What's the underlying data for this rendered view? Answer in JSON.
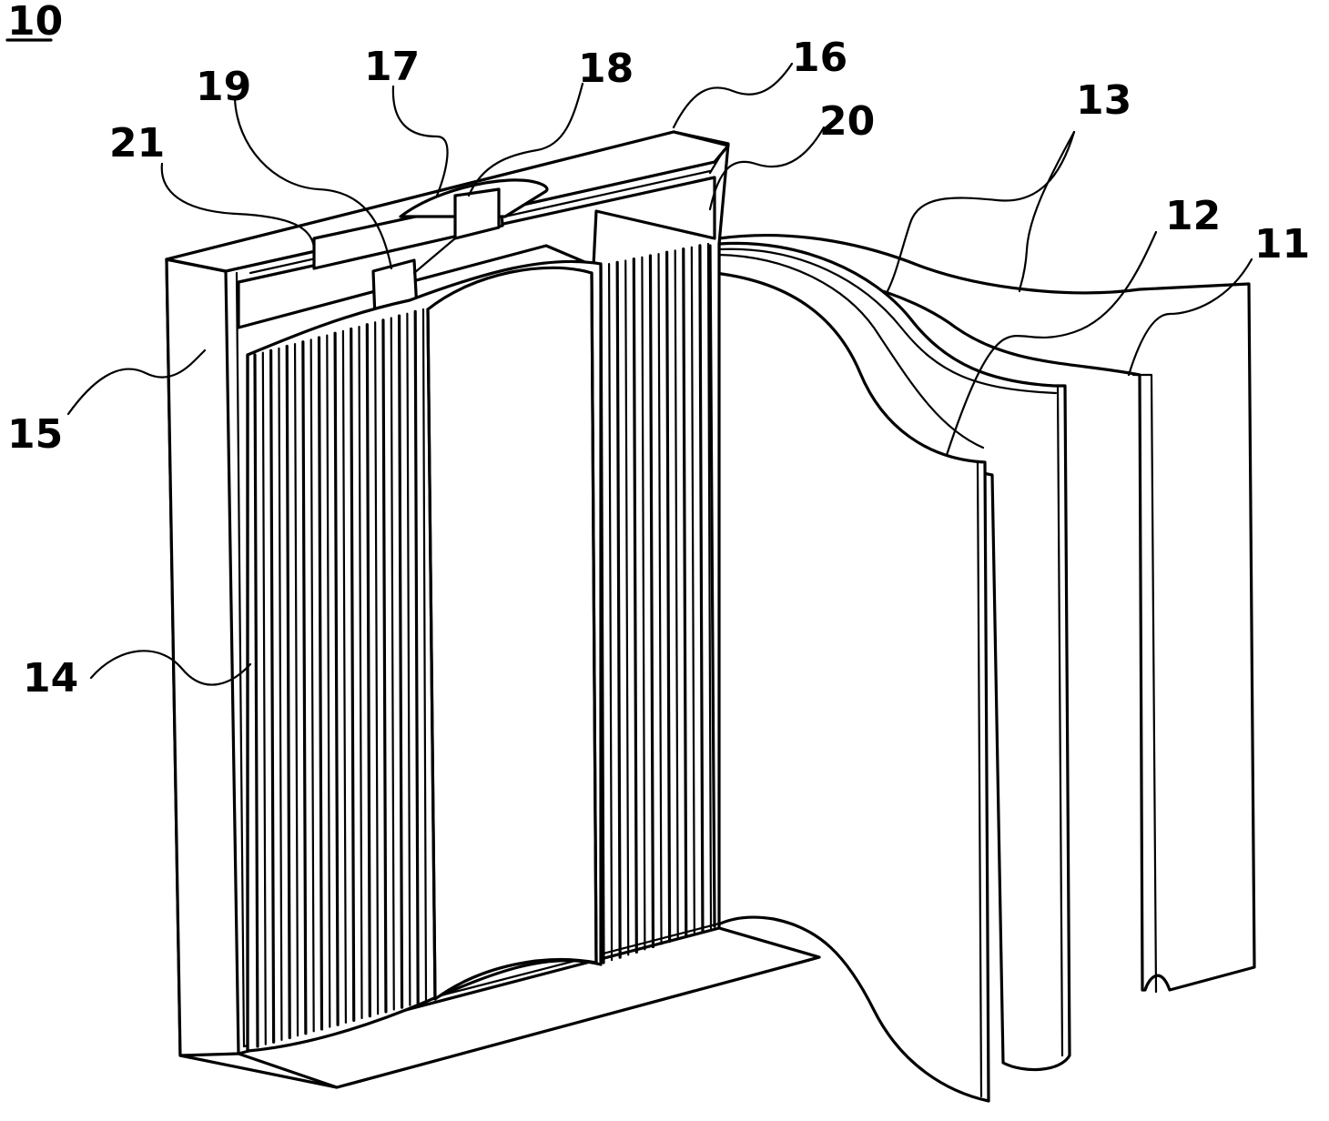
{
  "figure": {
    "ref_numeral": "10",
    "labels": {
      "l11": "11",
      "l12": "12",
      "l13": "13",
      "l14": "14",
      "l15": "15",
      "l16": "16",
      "l17": "17",
      "l18": "18",
      "l19": "19",
      "l20": "20",
      "l21": "21"
    }
  }
}
